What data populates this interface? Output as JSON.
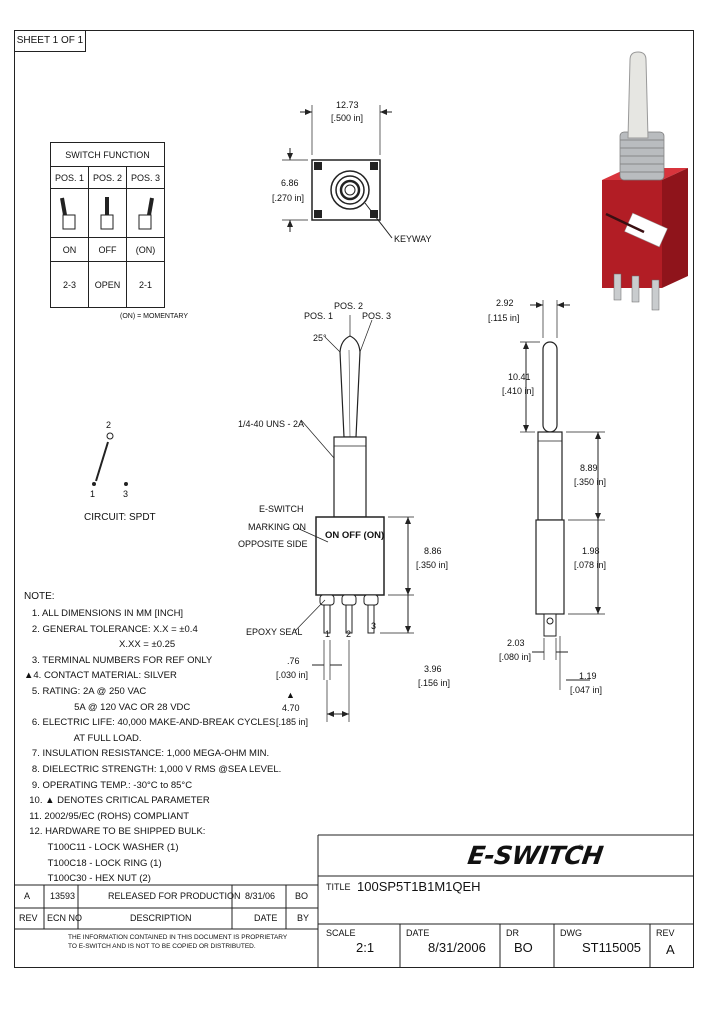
{
  "sheet": "SHEET 1 OF 1",
  "switch_function": {
    "title": "SWITCH FUNCTION",
    "positions": [
      "POS. 1",
      "POS. 2",
      "POS. 3"
    ],
    "states": [
      "ON",
      "OFF",
      "(ON)"
    ],
    "circuits": [
      "2-3",
      "OPEN",
      "2-1"
    ],
    "footnote": "(ON) = MOMENTARY"
  },
  "circuit": {
    "label": "CIRCUIT: SPDT",
    "terminal_2": "2",
    "terminal_1": "1",
    "terminal_3": "3"
  },
  "top_view": {
    "width_mm": "12.73",
    "width_in": "[.500 in]",
    "height_mm": "6.86",
    "height_in": "[.270 in]",
    "keyway": "KEYWAY"
  },
  "side_view": {
    "pos1": "POS. 1",
    "pos2": "POS. 2",
    "pos3": "POS. 3",
    "angle": "25°",
    "thread": "1/4-40 UNS - 2A",
    "marking_line1": "E-SWITCH",
    "marking_line2": "MARKING ON",
    "marking_line3": "OPPOSITE SIDE",
    "body_text": "ON OFF (ON)",
    "epoxy": "EPOXY SEAL",
    "body_h_mm": "8.86",
    "body_h_in": "[.350 in]",
    "term_mm": "3.96",
    "term_in": "[.156 in]",
    "term_w_mm": ".76",
    "term_w_in": "[.030 in]",
    "pitch_mm": "4.70",
    "pitch_in": "[.185 in]",
    "term_labels": [
      "1",
      "2",
      "3"
    ]
  },
  "front_view": {
    "lever_d_mm": "2.92",
    "lever_d_in": "[.115 in]",
    "lever_h_mm": "10.41",
    "lever_h_in": "[.410 in]",
    "bush_mm": "8.89",
    "bush_in": "[.350 in]",
    "body_mm": "1.98",
    "body_in": "[.078 in]",
    "hole_mm": "2.03",
    "hole_in": "[.080 in]",
    "tw_mm": "1.19",
    "tw_in": "[.047 in]"
  },
  "notes": {
    "heading": "NOTE:",
    "lines": [
      "   1. ALL DIMENSIONS IN MM [INCH]",
      "   2. GENERAL TOLERANCE: X.X = ±0.4",
      "                                    X.XX = ±0.25",
      "   3. TERMINAL NUMBERS FOR REF ONLY",
      "▲4. CONTACT MATERIAL: SILVER",
      "   5. RATING: 2A @ 250 VAC",
      "                   5A @ 120 VAC OR 28 VDC",
      "   6. ELECTRIC LIFE: 40,000 MAKE-AND-BREAK CYCLES",
      "                   AT FULL LOAD.",
      "   7. INSULATION RESISTANCE: 1,000 MEGA-OHM MIN.",
      "   8. DIELECTRIC STRENGTH: 1,000 V RMS @SEA LEVEL.",
      "   9. OPERATING TEMP.: -30°C to 85°C",
      "  10. ▲ DENOTES CRITICAL PARAMETER",
      "  11. 2002/95/EC (ROHS) COMPLIANT",
      "  12. HARDWARE TO BE SHIPPED BULK:",
      "         T100C11 - LOCK WASHER (1)",
      "         T100C18 - LOCK RING (1)",
      "         T100C30 - HEX NUT (2)"
    ]
  },
  "revision": {
    "rev": "A",
    "ecn": "13593",
    "description": "RELEASED FOR PRODUCTION",
    "date": "8/31/06",
    "by": "BO",
    "hdr_rev": "REV",
    "hdr_ecn": "ECN NO",
    "hdr_desc": "DESCRIPTION",
    "hdr_date": "DATE",
    "hdr_by": "BY"
  },
  "disclaimer_1": "THE INFORMATION CONTAINED IN THIS DOCUMENT IS PROPRIETARY",
  "disclaimer_2": "TO E-SWITCH AND IS NOT TO BE COPIED OR DISTRIBUTED.",
  "title_block": {
    "logo": "E-SWITCH",
    "logo_mark": "®",
    "title_label": "TITLE",
    "title": "100SP5T1B1M1QEH",
    "scale_label": "SCALE",
    "scale": "2:1",
    "date_label": "DATE",
    "date": "8/31/2006",
    "dr_label": "DR",
    "dr": "BO",
    "dwg_label": "DWG",
    "dwg": "ST115005",
    "rev_label": "REV",
    "rev": "A"
  },
  "colors": {
    "housing_red": "#c8232c",
    "bushing_grey": "#b9bcbf",
    "lever_grey": "#e6e6e2"
  }
}
